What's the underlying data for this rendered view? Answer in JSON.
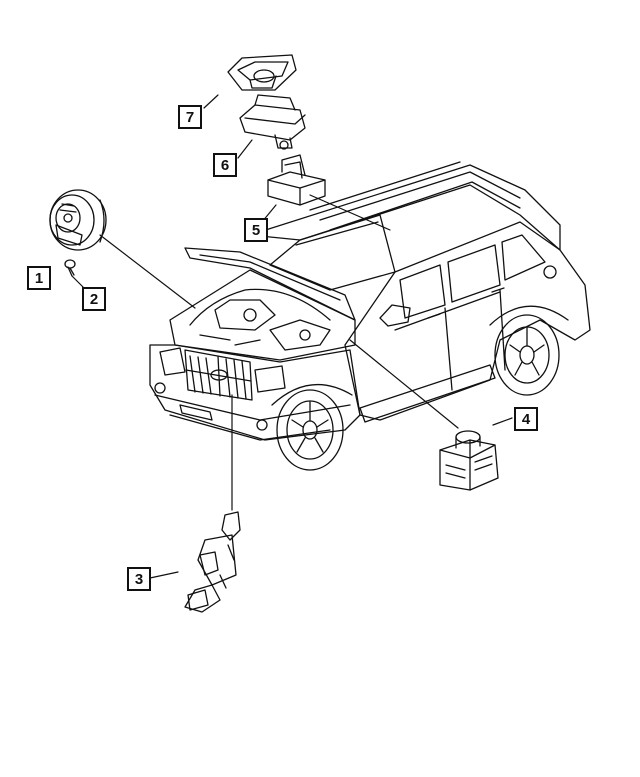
{
  "callouts": [
    {
      "id": "1",
      "label": "1"
    },
    {
      "id": "2",
      "label": "2"
    },
    {
      "id": "3",
      "label": "3"
    },
    {
      "id": "4",
      "label": "4"
    },
    {
      "id": "5",
      "label": "5"
    },
    {
      "id": "6",
      "label": "6"
    },
    {
      "id": "7",
      "label": "7"
    }
  ],
  "parts": [
    "horn",
    "screw",
    "hood-ajar-switch",
    "control-module",
    "sensor-mount",
    "sensor",
    "sensor-cover"
  ],
  "colors": {
    "line": "#111111",
    "background": "#ffffff"
  }
}
